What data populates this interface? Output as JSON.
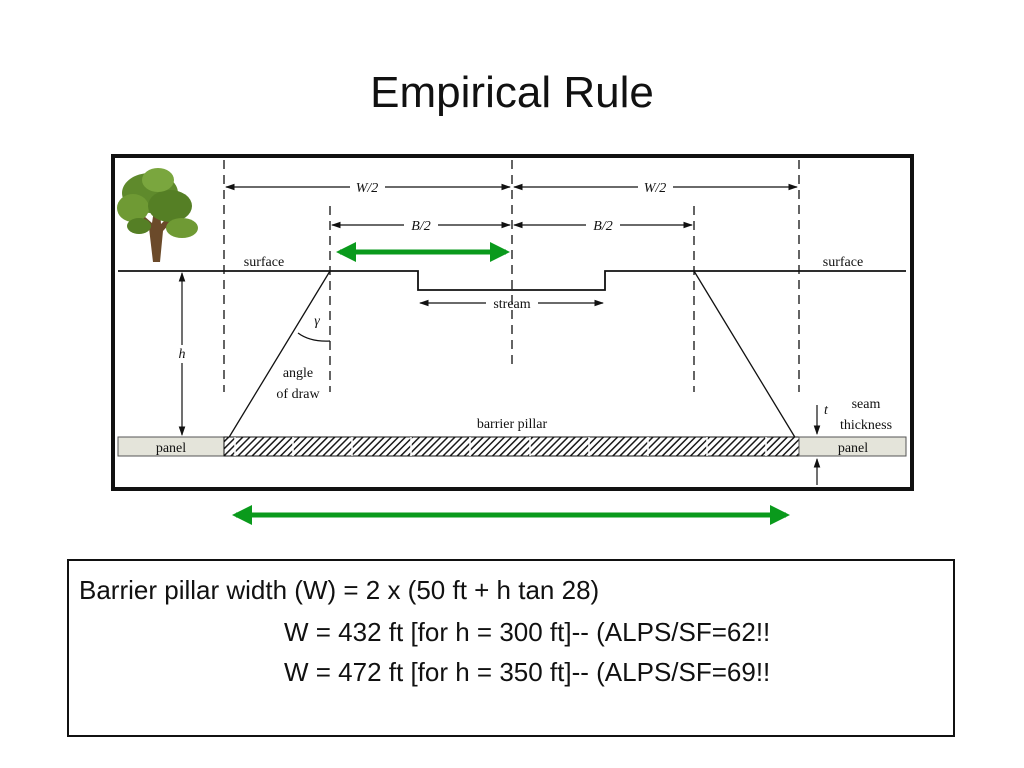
{
  "title": "Empirical Rule",
  "diagram": {
    "labels": {
      "half_width_left": "W/2",
      "half_width_right": "W/2",
      "half_b_left": "B/2",
      "half_b_right": "B/2",
      "surface_left": "surface",
      "surface_right": "surface",
      "stream": "stream",
      "gamma": "γ",
      "h": "h",
      "angle_line1": "angle",
      "angle_line2": "of draw",
      "barrier_pillar": "barrier pillar",
      "t": "t",
      "seam_line1": "seam",
      "seam_line2": "thickness",
      "panel_left": "panel",
      "panel_right": "panel"
    },
    "colors": {
      "accent_arrow": "#0a9a1c",
      "pillar_hatch": "#1a1a1a",
      "panel_fill": "#e4e4da",
      "tree_foliage": "#5f8a2c",
      "tree_trunk": "#6b4a2a"
    },
    "icons": [
      "tree-icon"
    ]
  },
  "formula": {
    "line1": "Barrier pillar width (W) = 2 x (50 ft + h tan 28)",
    "line2": "W = 432 ft [for h = 300 ft]-- (ALPS/SF=62!!",
    "line3": "W = 472 ft [for h = 350 ft]-- (ALPS/SF=69!!"
  }
}
